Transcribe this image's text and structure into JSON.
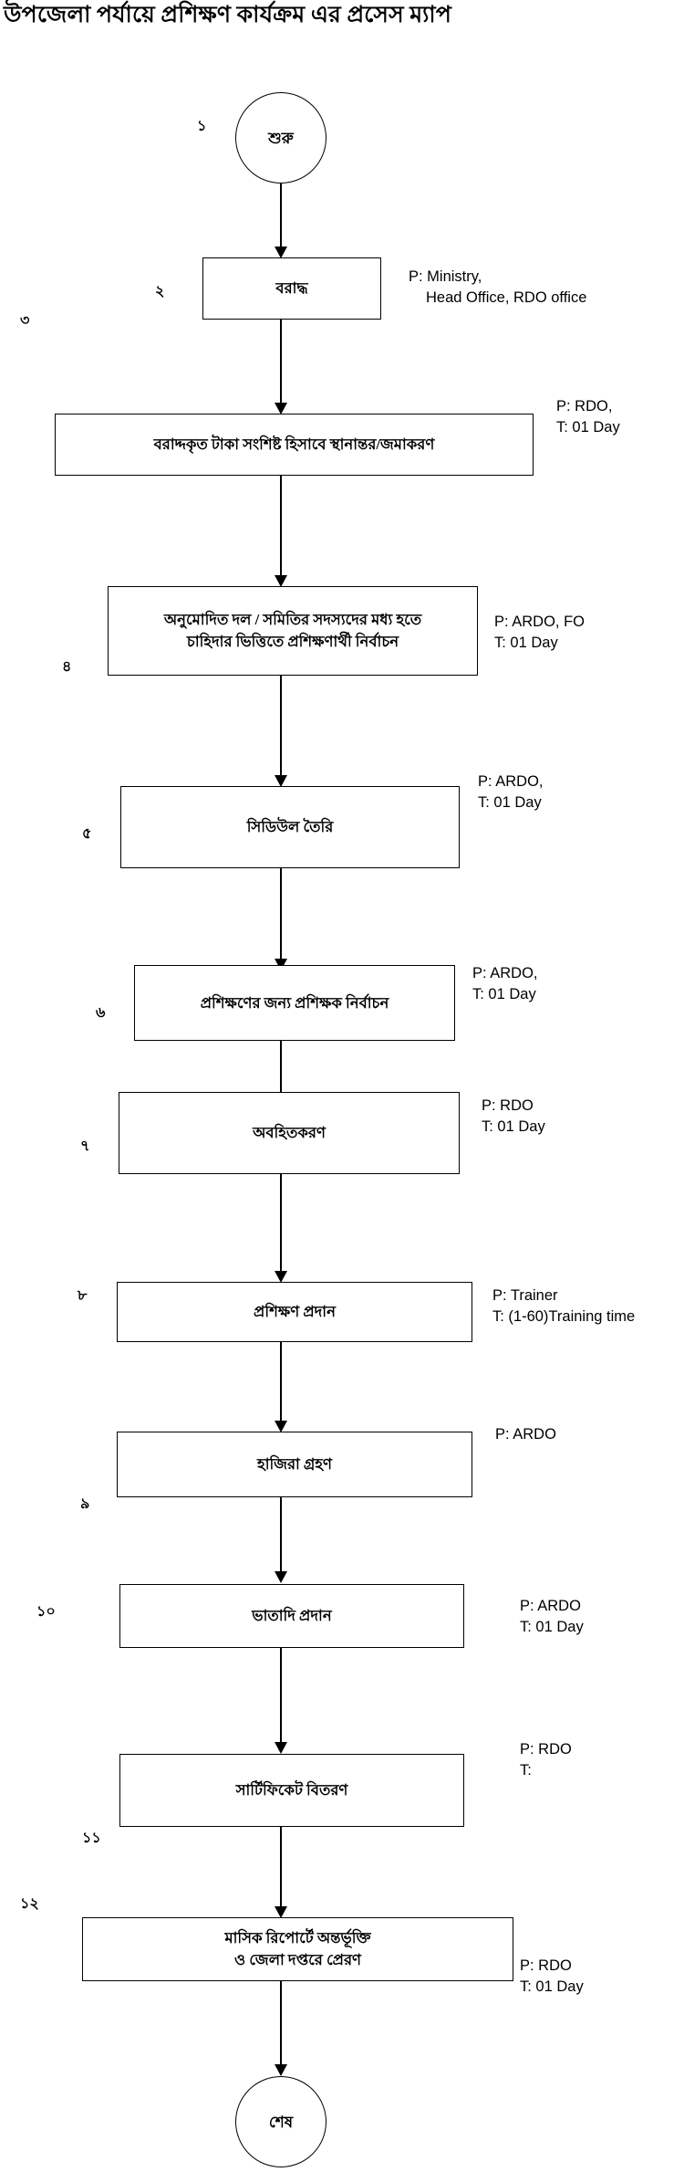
{
  "document": {
    "title": "উপজেলা পর্যায়ে প্রশিক্ষণ কার্যক্রম এর প্রসেস ম্যাপ",
    "language": "Bengali",
    "diagram_type": "flowchart-process-map",
    "line_color": "#000000",
    "background_color": "#ffffff"
  },
  "terminators": {
    "start": {
      "number": "১",
      "label": "শুরু"
    },
    "end": {
      "label": "শেষ"
    }
  },
  "steps": [
    {
      "number": "২",
      "label": "বরাদ্ধ",
      "annotation": {
        "line1": "P:  Ministry,",
        "line2": "Head Office, RDO office"
      }
    },
    {
      "number": "৩",
      "label": "বরাদ্দকৃত টাকা সংশিষ্ট হিসাবে স্থানান্তর/জমাকরণ",
      "annotation": {
        "line1": "P:  RDO,",
        "line2": "T:  01 Day"
      }
    },
    {
      "number": "৪",
      "label_line1": "অনুমোদিত দল / সমিতির সদস্যদের মধ্য হতে",
      "label_line2": "চাহিদার ভিত্তিতে প্রশিক্ষণার্থী নির্বাচন",
      "annotation": {
        "line1": "P:  ARDO, FO",
        "line2": "T:  01 Day"
      }
    },
    {
      "number": "৫",
      "label": "সিডিউল তৈরি",
      "annotation": {
        "line1": "P:  ARDO,",
        "line2": "T:  01 Day"
      }
    },
    {
      "number": "৬",
      "label": "প্রশিক্ষণের জন্য প্রশিক্ষক নির্বাচন",
      "annotation": {
        "line1": "P:  ARDO,",
        "line2": "T:  01 Day"
      }
    },
    {
      "number": "৭",
      "label": "অবহিতকরণ",
      "annotation": {
        "line1": "P: RDO",
        "line2": "T:  01 Day"
      }
    },
    {
      "number": "৮",
      "label": "প্রশিক্ষণ প্রদান",
      "annotation": {
        "line1": "P: Trainer",
        "line2": "T:  (1-60)Training time"
      }
    },
    {
      "number": "৯",
      "label": "হাজিরা গ্রহণ",
      "annotation": {
        "line1": "P: ARDO",
        "line2": ""
      }
    },
    {
      "number": "১০",
      "label": "ভাতাদি প্রদান",
      "annotation": {
        "line1": "P: ARDO",
        "line2": "T:  01 Day"
      }
    },
    {
      "number": "১১",
      "label": "সার্টিফিকেট বিতরণ",
      "annotation": {
        "line1": "P: RDO",
        "line2": "T:"
      }
    },
    {
      "number": "১২",
      "label_line1": "মাসিক রিপোর্টে অন্তর্ভূক্তি",
      "label_line2": "ও জেলা দপ্তরে প্রেরণ",
      "annotation": {
        "line1": "P: RDO",
        "line2": "T:  01 Day"
      }
    }
  ]
}
